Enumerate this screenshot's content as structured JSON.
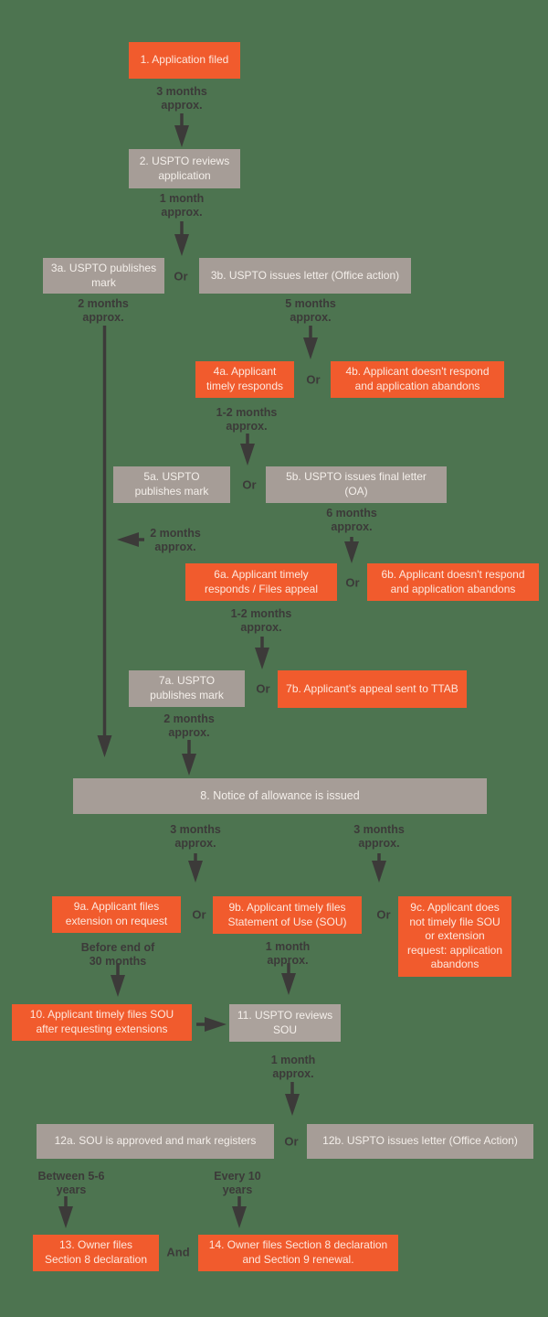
{
  "colors": {
    "background": "#4d7450",
    "orange": "#f15b2d",
    "gray": "#a69d97",
    "gray-light": "#aba29c",
    "ink": "#3c3a39",
    "box-text": "#f7f2ee"
  },
  "nodes": {
    "n1": "1. Application filed",
    "n2": "2. USPTO reviews application",
    "n3a": "3a. USPTO publishes mark",
    "n3b": "3b. USPTO issues  letter (Office action)",
    "n4a": "4a. Applicant timely responds",
    "n4b": "4b. Applicant doesn't respond and application abandons",
    "n5a": "5a. USPTO publishes mark",
    "n5b": "5b. USPTO issues final letter (OA)",
    "n6a": "6a. Applicant timely responds / Files appeal",
    "n6b": "6b. Applicant doesn't respond and application abandons",
    "n7a": "7a. USPTO publishes mark",
    "n7b": "7b. Applicant's appeal sent to TTAB",
    "n8": "8. Notice of allowance is issued",
    "n9a": "9a. Applicant files extension on request",
    "n9b": "9b. Applicant  timely files Statement of Use  (SOU)",
    "n9c": "9c. Applicant does not timely file SOU or extension request: application abandons",
    "n10": "10. Applicant  timely files SOU after requesting extensions",
    "n11": "11. USPTO reviews SOU",
    "n12a": "12a. SOU is approved and mark registers",
    "n12b": "12b. USPTO issues letter (Office Action)",
    "n13": "13. Owner files Section 8 declaration",
    "n14": "14. Owner files Section 8 declaration and Section 9 renewal."
  },
  "durations": {
    "d1_2": "3 months\napprox.",
    "d2_3": "1 month\napprox.",
    "d3a_8": "2 months\napprox.",
    "d3b_4": "5 months\napprox.",
    "d4a_5": "1-2 months\napprox.",
    "d5a_8": "2 months\napprox.",
    "d5b_6": "6 months\napprox.",
    "d6a_7": "1-2 months\napprox.",
    "d7a_8": "2 months\napprox.",
    "d8_9a": "3 months\napprox.",
    "d8_9bc": "3 months\napprox.",
    "d9a_10": "Before end of\n30 months",
    "d9b_11": "1 month\napprox.",
    "d11_12": "1 month\napprox.",
    "d12a_13": "Between 5-6\nyears",
    "d12a_14": "Every 10\nyears"
  },
  "junctions": {
    "or": "Or",
    "and": "And"
  }
}
